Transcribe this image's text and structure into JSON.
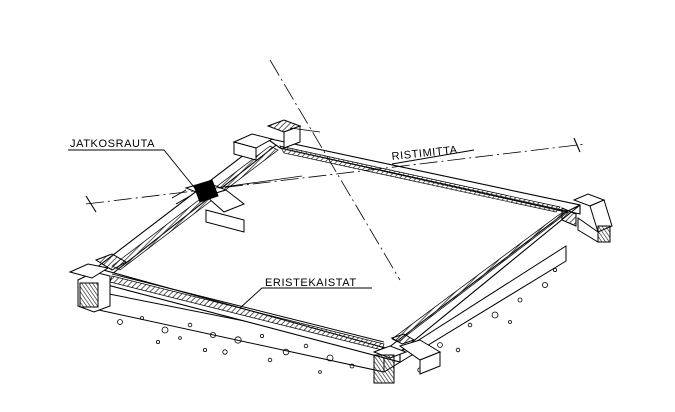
{
  "labels": {
    "jatkosrauta": "JATKOSRAUTA",
    "ristimitta": "RISTIMITTA",
    "eristekaistat": "ERISTEKAISTAT"
  },
  "colors": {
    "ink": "#000000",
    "paper": "#ffffff",
    "hatch": "#333333"
  }
}
